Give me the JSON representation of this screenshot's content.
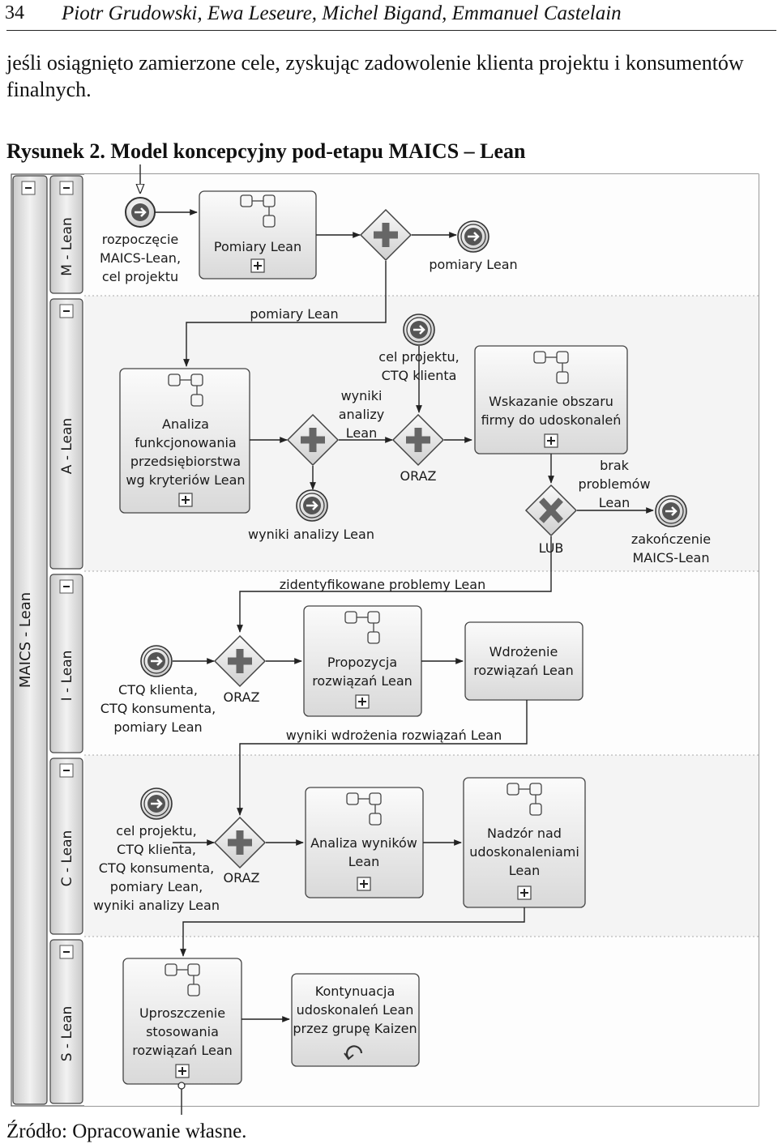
{
  "header": {
    "page_number": "34",
    "authors": "Piotr Grudowski, Ewa Leseure, Michel Bigand, Emmanuel Castelain"
  },
  "body_text": "jeśli osiągnięto zamierzone cele, zyskując zadowolenie klienta projektu i konsumentów finalnych.",
  "caption": "Rysunek 2. Model koncepcyjny pod-etapu MAICS – Lean",
  "source": "Źródło: Opracowanie własne.",
  "diagram": {
    "pool_label": "MAICS - Lean",
    "lanes": [
      "M - Lean",
      "A - Lean",
      "I - Lean",
      "C - Lean",
      "S - Lean"
    ],
    "events": {
      "start_m": [
        "rozpoczęcie",
        "MAICS-Lean,",
        "cel projektu"
      ],
      "out_m": [
        "pomiary Lean"
      ],
      "in_a": [
        "cel projektu,",
        "CTQ klienta"
      ],
      "out_a": [
        "wyniki analizy Lean"
      ],
      "end_a": [
        "zakończenie",
        "MAICS-Lean"
      ],
      "start_i": [
        "CTQ klienta,",
        "CTQ konsumenta,",
        "pomiary Lean"
      ],
      "start_c": [
        "cel projektu,",
        "CTQ klienta,",
        "CTQ konsumenta,",
        "pomiary Lean,",
        "wyniki analizy Lean"
      ]
    },
    "tasks": {
      "pomiary": [
        "Pomiary Lean"
      ],
      "analiza": [
        "Analiza",
        "funkcjonowania",
        "przedsiębiorstwa",
        "wg kryteriów Lean"
      ],
      "wskazanie": [
        "Wskazanie obszaru",
        "firmy do udoskonaleń"
      ],
      "propozycja": [
        "Propozycja",
        "rozwiązań Lean"
      ],
      "wdrozenie": [
        "Wdrożenie",
        "rozwiązań Lean"
      ],
      "analiza_wynikow": [
        "Analiza wyników",
        "Lean"
      ],
      "nadzor": [
        "Nadzór nad",
        "udoskonaleniami",
        "Lean"
      ],
      "uproszczenie": [
        "Uproszczenie",
        "stosowania",
        "rozwiązań Lean"
      ],
      "kontynuacja": [
        "Kontynuacja",
        "udoskonaleń Lean",
        "przez grupę Kaizen"
      ]
    },
    "gateways": {
      "oraz": "ORAZ",
      "lub": "LUB"
    },
    "flows": {
      "pomiary_lean": "pomiary Lean",
      "wyniki_analizy": [
        "wyniki",
        "analizy",
        "Lean"
      ],
      "brak_problemow": [
        "brak",
        "problemów",
        "Lean"
      ],
      "zidentyfikowane": "zidentyfikowane problemy Lean",
      "wyniki_wdrozenia": "wyniki wdrożenia rozwiązań Lean"
    }
  }
}
